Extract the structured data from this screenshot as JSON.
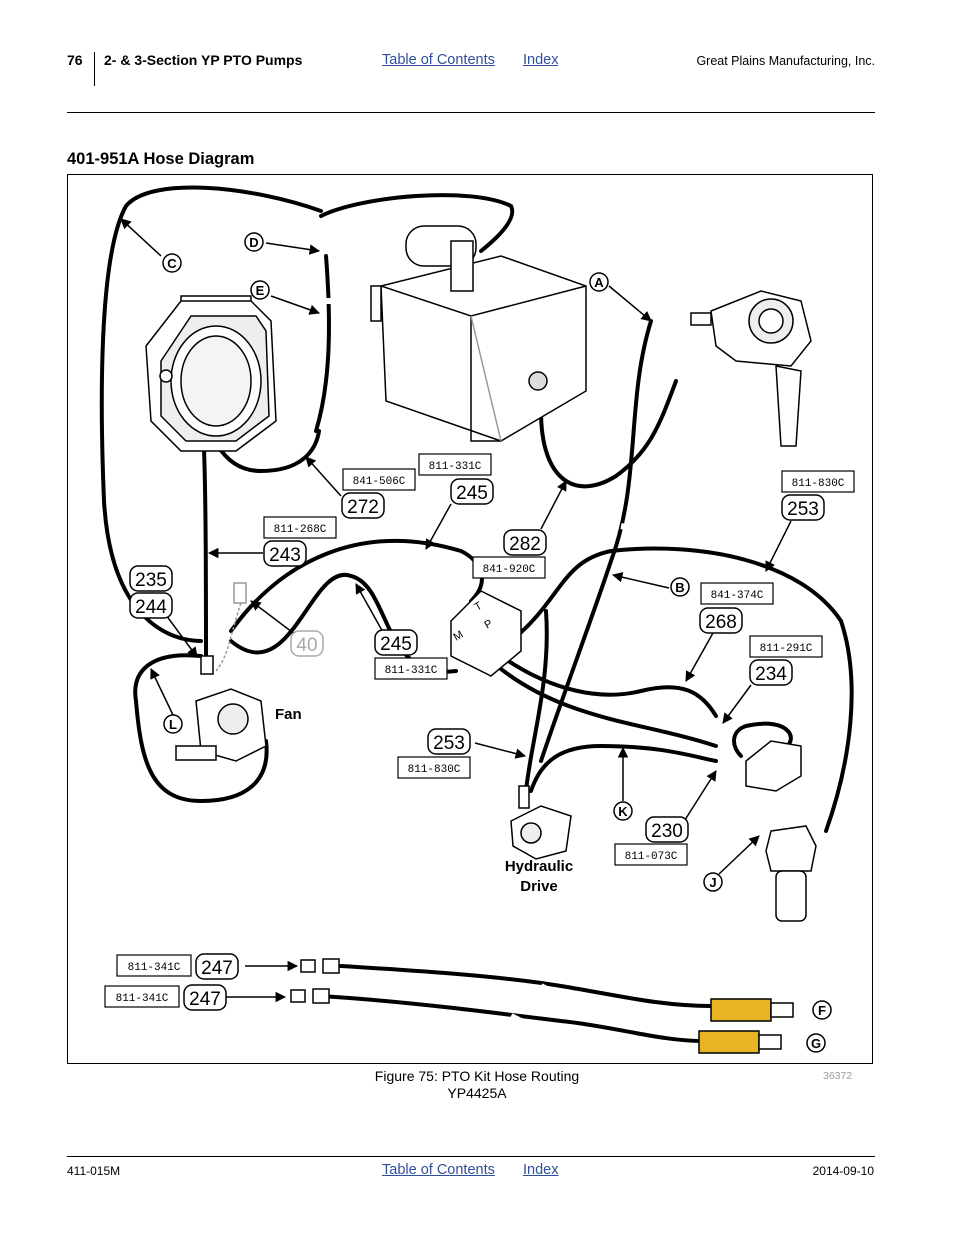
{
  "header": {
    "page_number": "76",
    "section": "2- & 3-Section YP PTO Pumps",
    "toc_link": "Table of Contents",
    "index_link": "Index",
    "company": "Great Plains Manufacturing, Inc."
  },
  "section_title": "401-951A Hose Diagram",
  "figure": {
    "callout_letters": {
      "a": "A",
      "b": "B",
      "c": "C",
      "d": "D",
      "e": "E",
      "f": "F",
      "g": "G",
      "j": "J",
      "k": "K",
      "l": "L"
    },
    "callout_numbers": {
      "n272": "272",
      "n245a": "245",
      "n282": "282",
      "n253a": "253",
      "n243": "243",
      "n235": "235",
      "n244": "244",
      "n40": "40",
      "n245b": "245",
      "n268": "268",
      "n234": "234",
      "n253b": "253",
      "n230": "230",
      "n247a": "247",
      "n247b": "247"
    },
    "part_labels": {
      "p841_506c": "841-506C",
      "p811_331c_a": "811-331C",
      "p811_830c_a": "811-830C",
      "p811_268c": "811-268C",
      "p841_920c": "841-920C",
      "p841_374c": "841-374C",
      "p811_331c_b": "811-331C",
      "p811_291c": "811-291C",
      "p811_830c_b": "811-830C",
      "p811_073c": "811-073C",
      "p811_341c_a": "811-341C",
      "p811_341c_b": "811-341C"
    },
    "component_labels": {
      "fan": "Fan",
      "hydraulic_drive_1": "Hydraulic",
      "hydraulic_drive_2": "Drive"
    },
    "valve_port_letters": {
      "t": "T",
      "p": "P",
      "m": "M"
    },
    "caption_line1": "Figure 75: PTO Kit Hose Routing",
    "caption_line2": "YP4425A",
    "reference_number": "36372"
  },
  "footer": {
    "doc_number": "411-015M",
    "toc_link": "Table of Contents",
    "index_link": "Index",
    "date": "2014-09-10"
  }
}
